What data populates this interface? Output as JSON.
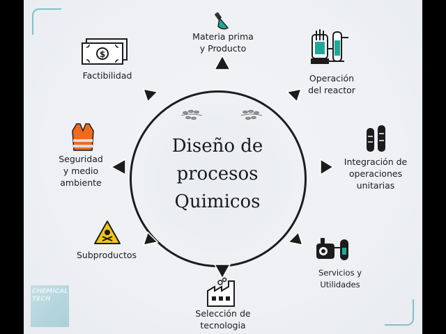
{
  "center": {
    "line1": "Diseño de",
    "line2": "procesos",
    "line3": "Quimicos"
  },
  "nodes": {
    "materia": {
      "line1": "Materia prima",
      "line2": "y Producto",
      "icon": "flask-icon"
    },
    "reactor": {
      "line1": "Operación",
      "line2": "del reactor",
      "icon": "reactor-icon"
    },
    "integracion": {
      "line1": "Integración de",
      "line2": "operaciones",
      "line3": "unitarias",
      "icon": "columns-icon"
    },
    "servicios": {
      "line1": "Servicios y",
      "line2": "Utilidades",
      "icon": "boiler-icon"
    },
    "seleccion": {
      "line1": "Selección de",
      "line2": "tecnologia",
      "icon": "factory-icon"
    },
    "subproductos": {
      "line1": "Subproductos",
      "icon": "hazard-icon"
    },
    "seguridad": {
      "line1": "Seguridad",
      "line2": "y medio",
      "line3": "ambiente",
      "icon": "safety-vest-icon"
    },
    "factibilidad": {
      "line1": "Factibilidad",
      "icon": "dollar-bill-icon"
    }
  },
  "watermark": {
    "line1": "CHEMICAL",
    "line2": "TECH"
  },
  "colors": {
    "accent": "#1fa89a",
    "line": "#1c1c1c",
    "frame": "#7fc1c9",
    "hazard": "#f5c518",
    "vest": "#f06a1e"
  }
}
